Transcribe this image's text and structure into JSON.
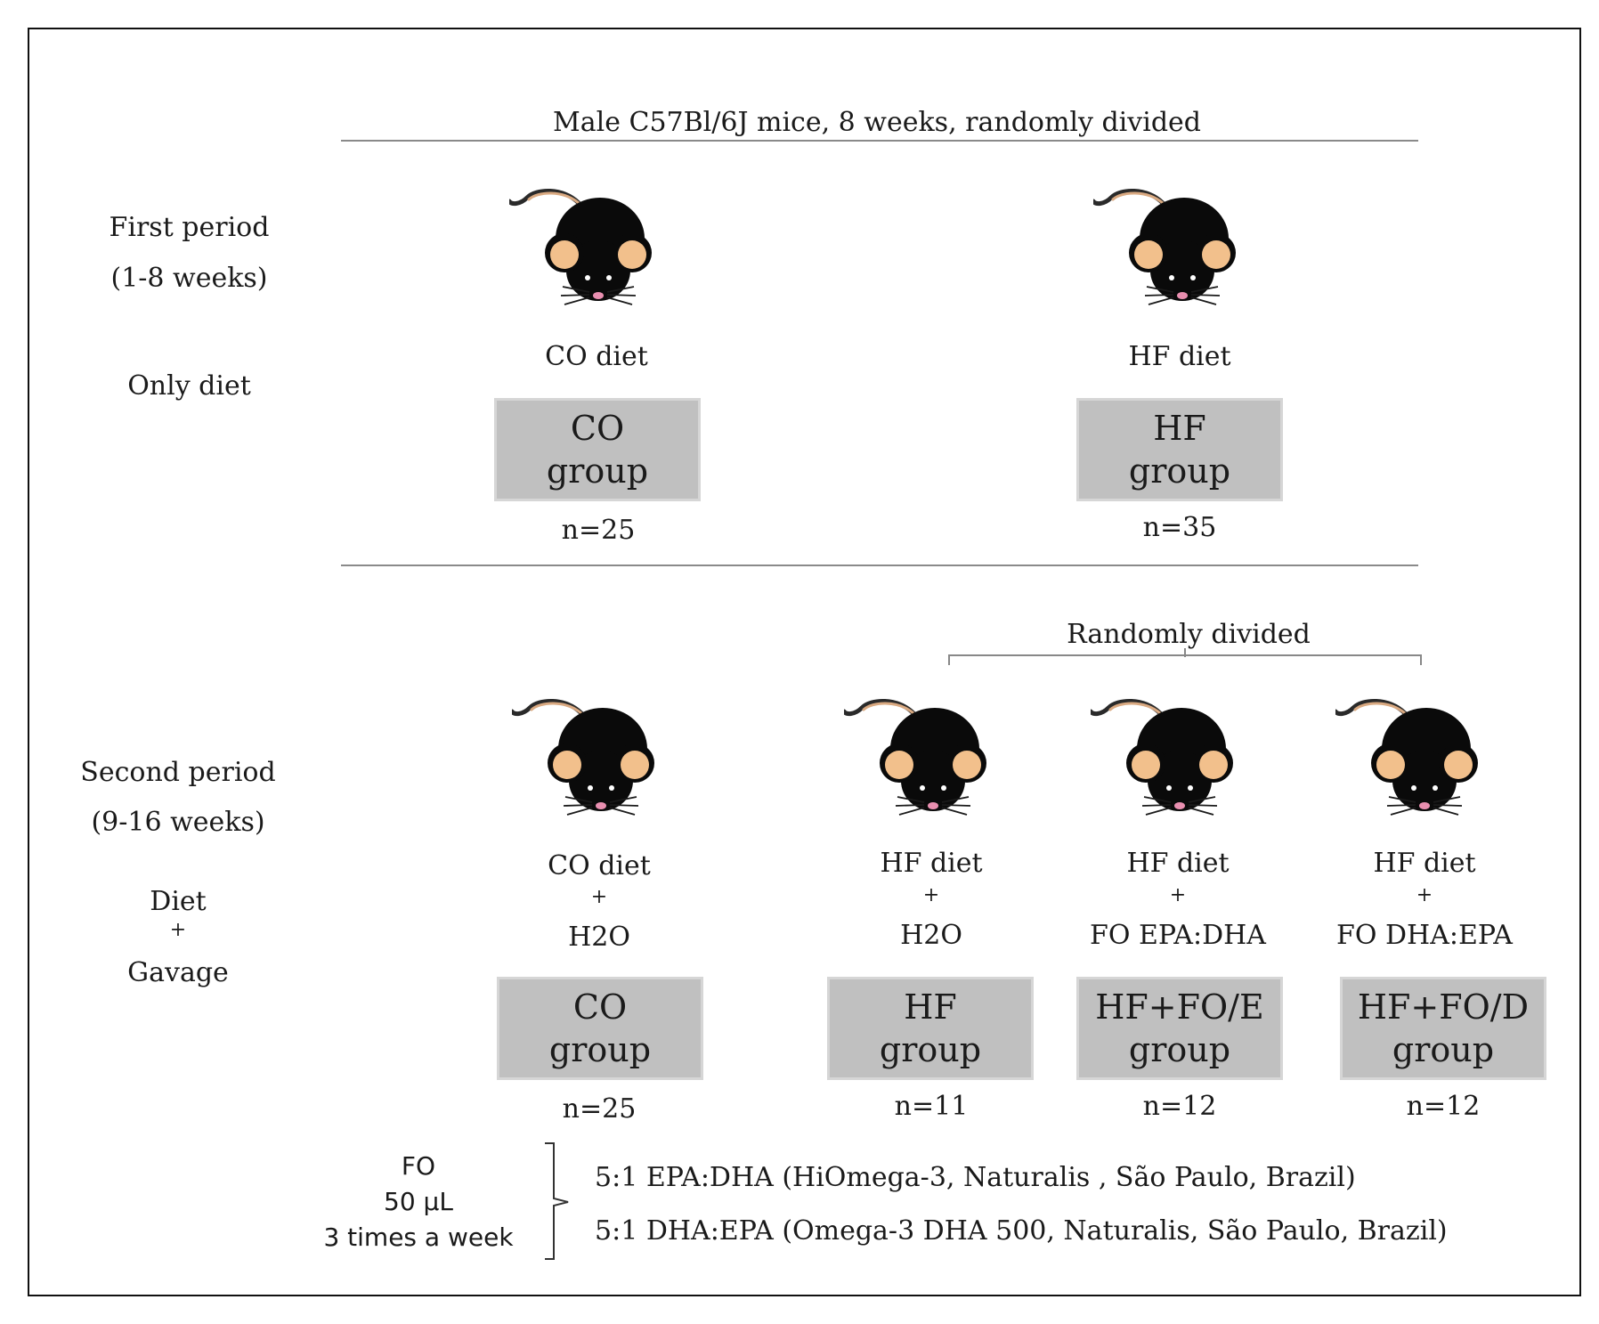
{
  "header": {
    "title": "Male C57Bl/6J mice, 8 weeks, randomly divided"
  },
  "first_period": {
    "label_line1": "First period",
    "label_line2": "(1-8 weeks)",
    "label_line3": "Only diet",
    "groups": [
      {
        "diet": "CO diet",
        "box_line1": "CO",
        "box_line2": "group",
        "n": "n=25"
      },
      {
        "diet": "HF diet",
        "box_line1": "HF",
        "box_line2": "group",
        "n": "n=35"
      }
    ]
  },
  "second_period": {
    "label_line1": "Second period",
    "label_line2": "(9-16 weeks)",
    "label_line3": "Diet",
    "label_plus": "+",
    "label_line4": "Gavage",
    "bracket_label": "Randomly divided",
    "groups": [
      {
        "diet": "CO diet",
        "plus": "+",
        "treatment": "H2O",
        "box_line1": "CO",
        "box_line2": "group",
        "n": "n=25"
      },
      {
        "diet": "HF diet",
        "plus": "+",
        "treatment": "H2O",
        "box_line1": "HF",
        "box_line2": "group",
        "n": "n=11"
      },
      {
        "diet": "HF diet",
        "plus": "+",
        "treatment": "FO EPA:DHA",
        "box_line1": "HF+FO/E",
        "box_line2": "group",
        "n": "n=12"
      },
      {
        "diet": "HF diet",
        "plus": "+",
        "treatment": "FO DHA:EPA",
        "box_line1": "HF+FO/D",
        "box_line2": "group",
        "n": "n=12"
      }
    ]
  },
  "footnote": {
    "fo_line1": "FO",
    "fo_line2": "50 µL",
    "fo_line3": "3 times a week",
    "item1": "5:1 EPA:DHA (HiOmega-3, Naturalis , São Paulo, Brazil)",
    "item2": "5:1 DHA:EPA (Omega-3 DHA 500, Naturalis, São Paulo, Brazil)"
  },
  "icons": {
    "mouse": "mouse-icon"
  },
  "colors": {
    "box_fill": "#c0c0c0",
    "mouse_body": "#0a0a0a",
    "mouse_ear": "#f2c08c",
    "mouse_tail": "#d9a981",
    "mouse_nose": "#e98fb0"
  }
}
